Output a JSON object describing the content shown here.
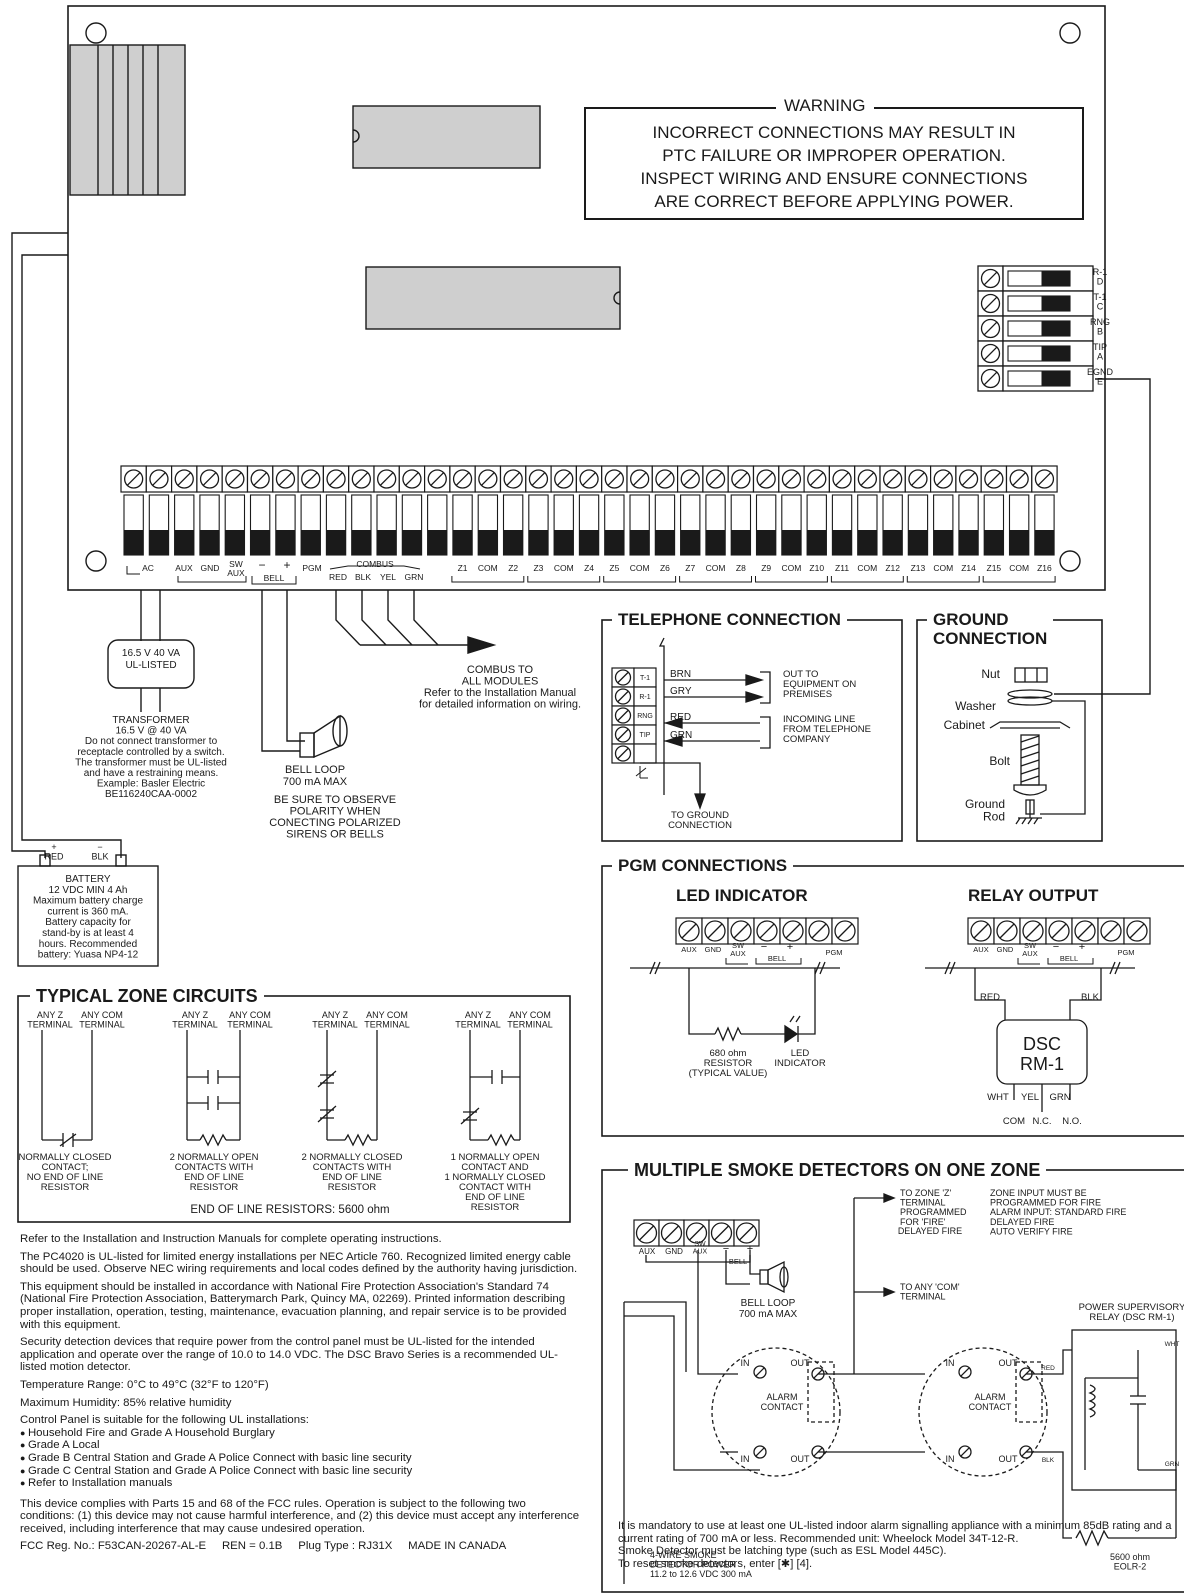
{
  "warning": {
    "title": "WARNING",
    "lines": [
      "INCORRECT CONNECTIONS MAY RESULT IN",
      "PTC FAILURE OR IMPROPER OPERATION.",
      "INSPECT WIRING AND ENSURE CONNECTIONS",
      "ARE CORRECT BEFORE APPLYING POWER."
    ]
  },
  "phone_terminals": {
    "labels": [
      "R-1\nD",
      "T-1\nC",
      "RNG\nB",
      "TIP\nA",
      "EGND\nE"
    ]
  },
  "main_terminals": {
    "labels": [
      "AC",
      "AUX",
      "GND",
      "SW\nAUX",
      "−",
      "+",
      "BELL",
      "PGM",
      "COMBUS",
      "RED",
      "BLK",
      "YEL",
      "GRN",
      "Z1",
      "COM",
      "Z2",
      "Z3",
      "COM",
      "Z4",
      "Z5",
      "COM",
      "Z6",
      "Z7",
      "COM",
      "Z8",
      "Z9",
      "COM",
      "Z10",
      "Z11",
      "COM",
      "Z12",
      "Z13",
      "COM",
      "Z14",
      "Z15",
      "COM",
      "Z16"
    ]
  },
  "transformer": {
    "rating": [
      "16.5 V 40 VA",
      "UL-LISTED"
    ],
    "notes": [
      "TRANSFORMER",
      "16.5 V @ 40 VA",
      "Do not connect transformer to",
      "receptacle controlled by a switch.",
      "The transformer must be UL-listed",
      "and have a restraining means.",
      "Example: Basler Electric",
      "BE116240CAA-0002"
    ]
  },
  "bell": {
    "loop": [
      "BELL LOOP",
      "700 mA MAX"
    ],
    "polarity": [
      "BE SURE TO OBSERVE",
      "POLARITY WHEN",
      "CONECTING POLARIZED",
      "SIRENS OR BELLS"
    ]
  },
  "combus": {
    "lines": [
      "COMBUS TO",
      "ALL MODULES",
      "Refer to the Installation Manual",
      "for detailed information on wiring."
    ]
  },
  "battery": {
    "plus_label": "+\nRED",
    "minus_label": "−\nBLK",
    "lines": [
      "BATTERY",
      "12 VDC MIN 4 Ah",
      "Maximum battery charge",
      "current is 360 mA.",
      "Battery capacity for",
      "stand-by is at least 4",
      "hours.  Recommended",
      "battery: Yuasa NP4-12"
    ]
  },
  "telephone": {
    "title": "TELEPHONE CONNECTION",
    "terminals": [
      "T-1",
      "R-1",
      "RNG",
      "TIP"
    ],
    "wires": [
      "BRN",
      "GRY",
      "RED",
      "GRN"
    ],
    "out_text": [
      "OUT TO",
      "EQUIPMENT ON",
      "PREMISES"
    ],
    "in_text": [
      "INCOMING LINE",
      "FROM TELEPHONE",
      "COMPANY"
    ],
    "ground_text": [
      "TO GROUND",
      "CONNECTION"
    ]
  },
  "ground": {
    "title": [
      "GROUND",
      "CONNECTION"
    ],
    "parts": [
      "Nut",
      "Washer",
      "Cabinet",
      "Bolt",
      "Ground\nRod"
    ]
  },
  "pgm": {
    "title": "PGM CONNECTIONS",
    "led_title": "LED INDICATOR",
    "relay_title": "RELAY OUTPUT",
    "term_labels": [
      "AUX",
      "GND",
      "SW\nAUX",
      "−",
      "+",
      "BELL",
      "PGM"
    ],
    "resistor_text": [
      "680 ohm",
      "RESISTOR",
      "(TYPICAL VALUE)"
    ],
    "led_text": [
      "LED",
      "INDICATOR"
    ],
    "relay_wires": [
      "RED",
      "BLK"
    ],
    "dsc": [
      "DSC",
      "RM-1"
    ],
    "relay_bottom_wires": [
      "WHT",
      "YEL",
      "GRN"
    ],
    "relay_contacts": [
      "COM",
      "N.C.",
      "N.O."
    ]
  },
  "zones": {
    "title": "TYPICAL ZONE CIRCUITS",
    "col_header": [
      "ANY Z\nTERMINAL",
      "ANY COM\nTERMINAL"
    ],
    "captions": [
      [
        "NORMALLY CLOSED",
        "CONTACT;",
        "NO END OF LINE",
        "RESISTOR"
      ],
      [
        "2 NORMALLY OPEN",
        "CONTACTS WITH",
        "END OF LINE",
        "RESISTOR"
      ],
      [
        "2 NORMALLY CLOSED",
        "CONTACTS WITH",
        "END OF LINE",
        "RESISTOR"
      ],
      [
        "1 NORMALLY OPEN",
        "CONTACT AND",
        "1 NORMALLY CLOSED",
        "CONTACT WITH",
        "END OF LINE",
        "RESISTOR"
      ]
    ],
    "eol": "END OF LINE RESISTORS: 5600 ohm"
  },
  "smoke": {
    "title": "MULTIPLE SMOKE DETECTORS ON ONE ZONE",
    "term_labels": [
      "AUX",
      "GND",
      "SW\nAUX",
      "−",
      "+",
      "BELL"
    ],
    "to_zone": [
      "TO ZONE 'Z'",
      "TERMINAL",
      "PROGRAMMED",
      "FOR 'FIRE'"
    ],
    "zone_input": [
      "ZONE INPUT MUST BE",
      "PROGRAMMED FOR FIRE",
      "ALARM INPUT: STANDARD FIRE",
      "DELAYED FIRE",
      "AUTO VERIFY FIRE"
    ],
    "to_com": [
      "TO ANY 'COM'",
      "TERMINAL"
    ],
    "bell_loop": [
      "BELL LOOP",
      "700 mA MAX"
    ],
    "supervisory": [
      "POWER SUPERVISORY",
      "RELAY (DSC RM-1)"
    ],
    "in_label": "IN",
    "out_label": "OUT",
    "alarm_contact": [
      "ALARM",
      "CONTACT"
    ],
    "wire_labels": [
      "RED",
      "BLK",
      "WHT",
      "GRN"
    ],
    "power": [
      "4-WIRE SMOKE",
      "DETECTOR POWER",
      "11.2 to 12.6 VDC 300 mA"
    ],
    "eolr": [
      "5600 ohm",
      "EOLR-2"
    ]
  },
  "notes": {
    "paragraphs": [
      "Refer to the Installation and Instruction Manuals for complete operating instructions.",
      "The PC4020 is UL-listed for limited energy installations per NEC Article 760.  Recognized limited energy cable should be used.  Observe NEC wiring requirements and local codes defined by the authority having jurisdiction.",
      "This equipment should be installed in accordance with National Fire Protection Association's Standard 74 (National Fire Protection Association, Batterymarch Park, Quincy MA, 02269). Printed information describing proper installation, operation, testing, maintenance, evacuation planning, and repair service is to be provided with this equipment.",
      "Security detection devices that require power from the control panel must be UL-listed for the intended application and operate over the range of 10.0 to 14.0 VDC.  The DSC Bravo Series is a recommended UL-listed motion detector.",
      "Temperature Range: 0°C to 49°C (32°F to 120°F)",
      "Maximum Humidity: 85% relative humidity",
      "Control Panel is suitable for the following UL installations:"
    ],
    "installations": [
      "Household Fire and Grade A Household Burglary",
      "Grade A Local",
      "Grade B Central Station and Grade A Police Connect with basic line security",
      "Grade C Central Station and Grade A Police Connect with basic line security",
      "Refer to Installation manuals"
    ],
    "fcc": "This device complies with Parts 15 and 68 of the FCC rules. Operation is subject to the following two conditions: (1) this device may not cause harmful interference, and (2) this device must accept any interference received, including interference that may cause undesired operation.",
    "fcc_reg": "FCC Reg. No.: F53CAN-20267-AL-E     REN = 0.1B     Plug Type : RJ31X     MADE IN CANADA"
  },
  "mandatory": [
    "It is mandatory to use at least one UL-listed indoor alarm signalling appliance with a minimum 85dB rating and a current rating of 700 mA or less.  Recommended unit: Wheelock Model 34T-12-R.",
    "Smoke Detector must be latching type (such as ESL Model 445C).",
    "To reset smoke detectors, enter [✱] [4]."
  ]
}
